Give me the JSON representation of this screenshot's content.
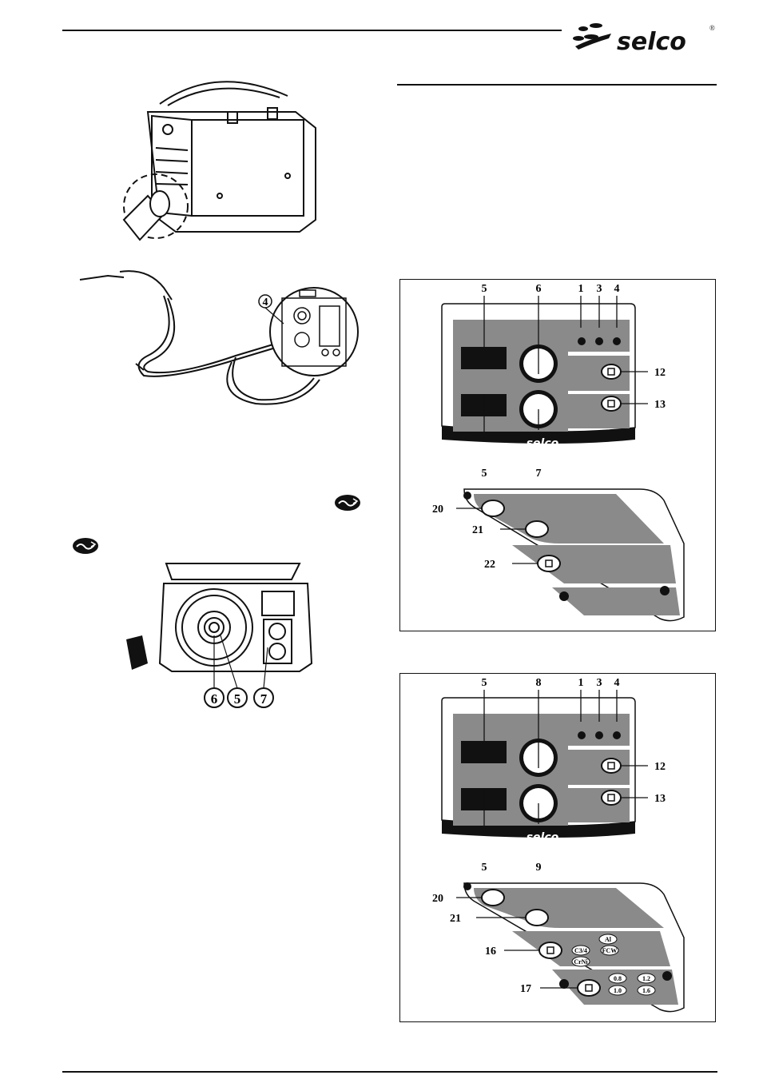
{
  "header": {
    "brand": "selco",
    "registered_mark": "®"
  },
  "panel_a": {
    "callouts": {
      "display_top": "5",
      "knob_top": "6",
      "led1": "1",
      "led3": "3",
      "led4": "4",
      "btn12": "12",
      "btn13": "13",
      "display_bottom": "5",
      "knob_bottom": "7",
      "btn20": "20",
      "btn21": "21",
      "btn22": "22"
    },
    "brand": "selco"
  },
  "panel_b": {
    "callouts": {
      "display_top": "5",
      "knob_top": "8",
      "led1": "1",
      "led3": "3",
      "led4": "4",
      "btn12": "12",
      "btn13": "13",
      "display_bottom": "5",
      "knob_bottom": "9",
      "btn20": "20",
      "btn21": "21",
      "btn16": "16",
      "btn17": "17"
    },
    "brand": "selco",
    "material_labels": [
      "Al",
      "FCW",
      "C3/4",
      "CrNi"
    ],
    "wire_sizes": [
      "0.8",
      "1.2",
      "1.0",
      "1.6"
    ]
  },
  "spool_figure": {
    "callouts": [
      "6",
      "5",
      "7"
    ]
  },
  "torch_figure": {
    "callout": "4"
  }
}
